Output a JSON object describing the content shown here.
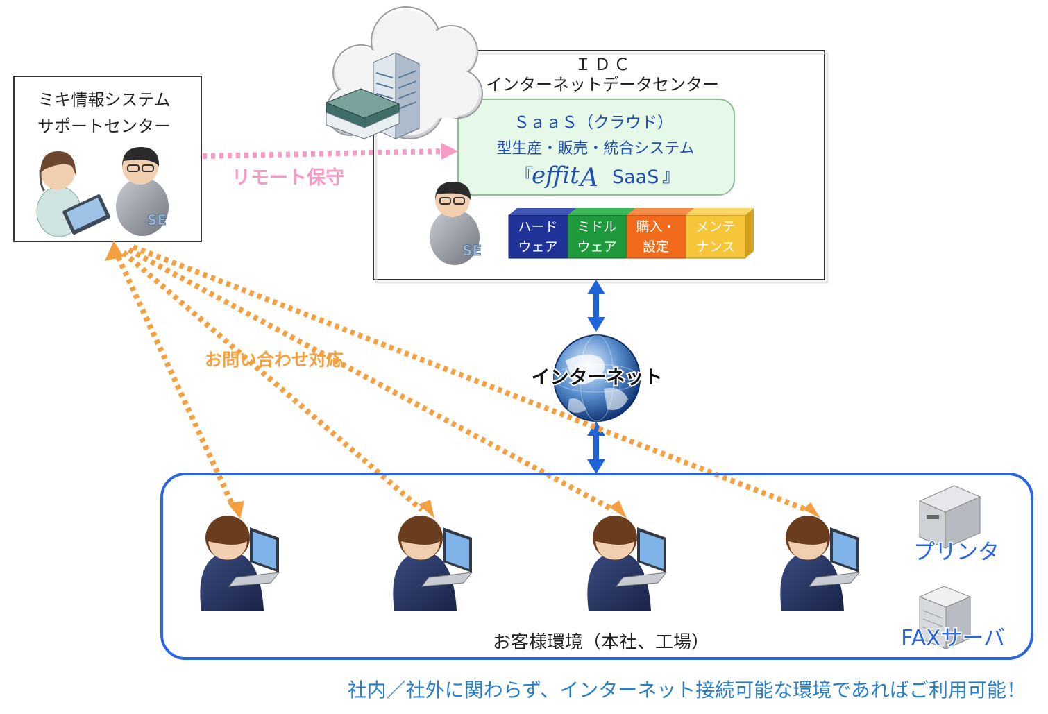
{
  "support_center": {
    "line1": "ミキ情報システム",
    "line2": "サポートセンター",
    "se_badge": "SE"
  },
  "idc": {
    "line1": "ＩＤＣ",
    "line2": "インターネットデータセンター",
    "saas": {
      "line1": "ＳａａＳ（クラウド）",
      "line2": "型生産・販売・統合システム",
      "bracket_open": "『",
      "product": "effit",
      "product_mark": "A",
      "product_suffix": "SaaS",
      "bracket_close": "』"
    },
    "se_badge": "SE",
    "services": [
      {
        "line1": "ハード",
        "line2": "ウェア",
        "color": "#1f3399"
      },
      {
        "line1": "ミドル",
        "line2": "ウェア",
        "color": "#1e9a3c"
      },
      {
        "line1": "購入・",
        "line2": "設定",
        "color": "#f26a1b"
      },
      {
        "line1": "メンテ",
        "line2": "ナンス",
        "color": "#f7c53a"
      }
    ]
  },
  "remote_label": "リモート保守",
  "inquiry_label": "お問い合わせ対応",
  "internet_label": "インターネット",
  "customer_env_label": "お客様環境（本社、工場）",
  "printer_label": "プリンタ",
  "fax_label": "FAXサーバ",
  "footer_text": "社内／社外に関わらず、インターネット接続可能な環境であればご利用可能！",
  "colors": {
    "pink": "#f59bc6",
    "orange": "#f5a040",
    "blue": "#2b66e0",
    "arrow_blue": "#1f63d8",
    "text_blue": "#1f4fb0",
    "saas_green_bg": "#e6f8e8"
  }
}
